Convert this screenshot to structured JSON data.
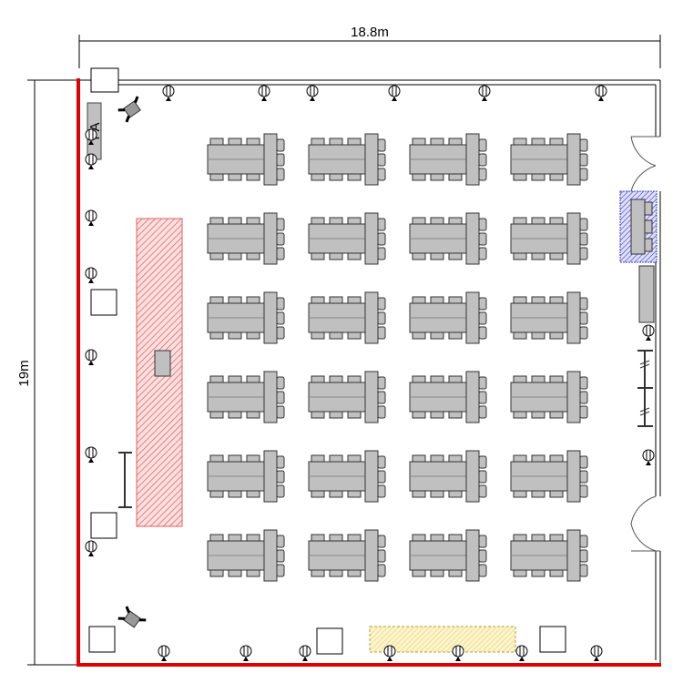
{
  "dimensions": {
    "width_label": "18.8m",
    "height_label": "19m"
  },
  "pa_label": "PA",
  "seating": {
    "rows": 6,
    "columns": 4,
    "chairs_per_long_side": 3
  },
  "colors": {
    "wall": "#e00000",
    "stage": "#e06060",
    "table": "#c0c0c0",
    "reception": "#4040c0",
    "highlight": "#e8d060"
  }
}
